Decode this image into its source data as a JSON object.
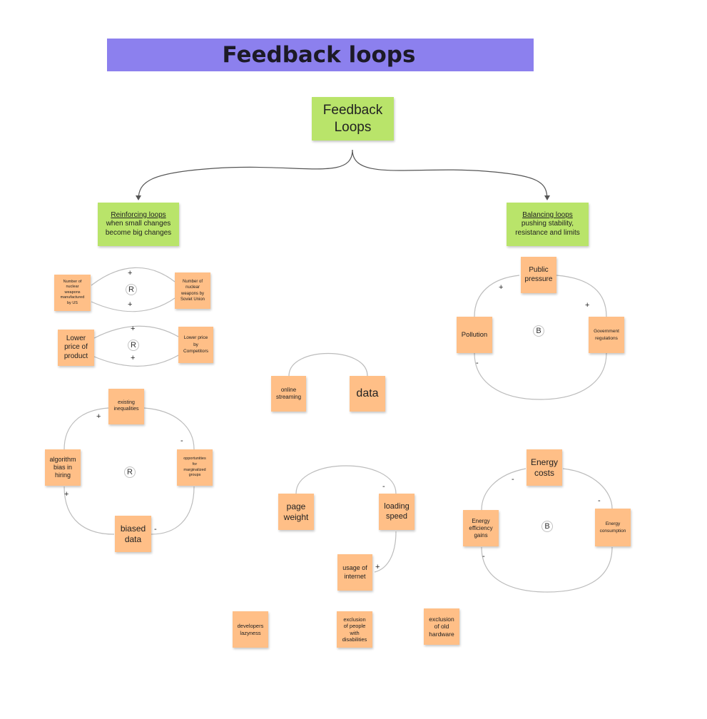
{
  "title": "Feedback loops",
  "nodes": {
    "root": [
      "Feedback",
      "Loops"
    ],
    "reinforcing": {
      "heading": "Reinforcing loops",
      "lines": [
        "when small changes",
        "become big changes"
      ]
    },
    "balancing": {
      "heading": "Balancing loops",
      "lines": [
        "pushing stability,",
        "resistance and limits"
      ]
    },
    "nuclear_us": [
      "Number of",
      "nuclear",
      "weapons",
      "manufactured",
      "by US"
    ],
    "nuclear_soviet": [
      "Number of",
      "nuclear",
      "weapons by",
      "Soviet Union"
    ],
    "lower_price": [
      "Lower",
      "price of",
      "product"
    ],
    "competitor_price": [
      "Lower price",
      "by",
      "Competitors"
    ],
    "existing_inequalities": [
      "existing",
      "inequalities"
    ],
    "algorithm_bias": [
      "algorithm",
      "bias in",
      "hiring"
    ],
    "opportunities": [
      "opportunities",
      "for",
      "marginalized",
      "groups"
    ],
    "biased_data": [
      "biased",
      "data"
    ],
    "online_streaming": [
      "online",
      "streaming"
    ],
    "data": [
      "data"
    ],
    "page_weight": [
      "page",
      "weight"
    ],
    "loading_speed": [
      "loading",
      "speed"
    ],
    "usage_internet": [
      "usage of",
      "internet"
    ],
    "developers_laziness": [
      "developers",
      "lazyness"
    ],
    "exclusion_disabilities": [
      "exclusion",
      "of people",
      "with",
      "disabilities"
    ],
    "exclusion_hardware": [
      "exclusion",
      "of old",
      "hardware"
    ],
    "public_pressure": [
      "Public",
      "pressure"
    ],
    "pollution": [
      "Pollution"
    ],
    "government_regulations": [
      "Government",
      "regulations"
    ],
    "energy_costs": [
      "Energy",
      "costs"
    ],
    "energy_efficiency": [
      "Energy",
      "efficiency",
      "gains"
    ],
    "energy_consumption": [
      "Energy",
      "consumption"
    ]
  },
  "loop_markers": {
    "nuclear": "R",
    "price": "R",
    "bias": "R",
    "pollution": "B",
    "energy": "B"
  },
  "polarity": {
    "nuclear_top": "+",
    "nuclear_bottom": "+",
    "price_top": "+",
    "price_bottom": "+",
    "bias_inequalities": "+",
    "bias_opportunities": "-",
    "bias_biased_data": "-",
    "bias_algorithm": "+",
    "web_loading_speed": "-",
    "web_usage": "+",
    "pollution_public": "+",
    "pollution_government": "+",
    "pollution_pollution": "-",
    "energy_costs": "-",
    "energy_consumption": "-",
    "energy_efficiency": "-"
  }
}
